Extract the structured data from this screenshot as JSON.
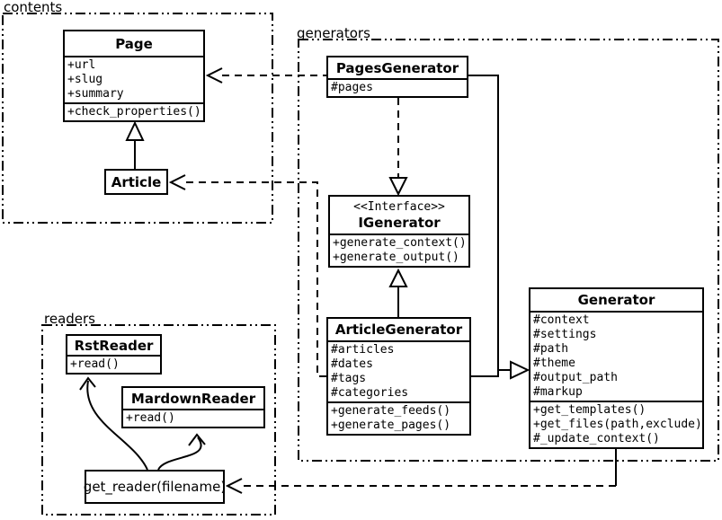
{
  "diagram": {
    "packages": {
      "contents": {
        "label": "contents"
      },
      "generators": {
        "label": "generators"
      },
      "readers": {
        "label": "readers"
      }
    },
    "classes": {
      "page": {
        "name": "Page",
        "attributes": [
          "+url",
          "+slug",
          "+summary"
        ],
        "methods": [
          "+check_properties()"
        ]
      },
      "article": {
        "name": "Article"
      },
      "pages_generator": {
        "name": "PagesGenerator",
        "attributes": [
          "#pages"
        ]
      },
      "igenerator": {
        "stereotype": "<<Interface>>",
        "name": "IGenerator",
        "methods": [
          "+generate_context()",
          "+generate_output()"
        ]
      },
      "article_generator": {
        "name": "ArticleGenerator",
        "attributes": [
          "#articles",
          "#dates",
          "#tags",
          "#categories"
        ],
        "methods": [
          "+generate_feeds()",
          "+generate_pages()"
        ]
      },
      "generator": {
        "name": "Generator",
        "attributes": [
          "#context",
          "#settings",
          "#path",
          "#theme",
          "#output_path",
          "#markup"
        ],
        "methods": [
          "+get_templates()",
          "+get_files(path,exclude)",
          "#_update_context()"
        ]
      },
      "rst_reader": {
        "name": "RstReader",
        "methods": [
          "+read()"
        ]
      },
      "mardown_reader": {
        "name": "MardownReader",
        "methods": [
          "+read()"
        ]
      },
      "get_reader": {
        "name": "get_reader(filename)"
      }
    },
    "colors": {
      "line": "#000000",
      "background": "#ffffff",
      "box_fill": "#ffffff"
    }
  }
}
